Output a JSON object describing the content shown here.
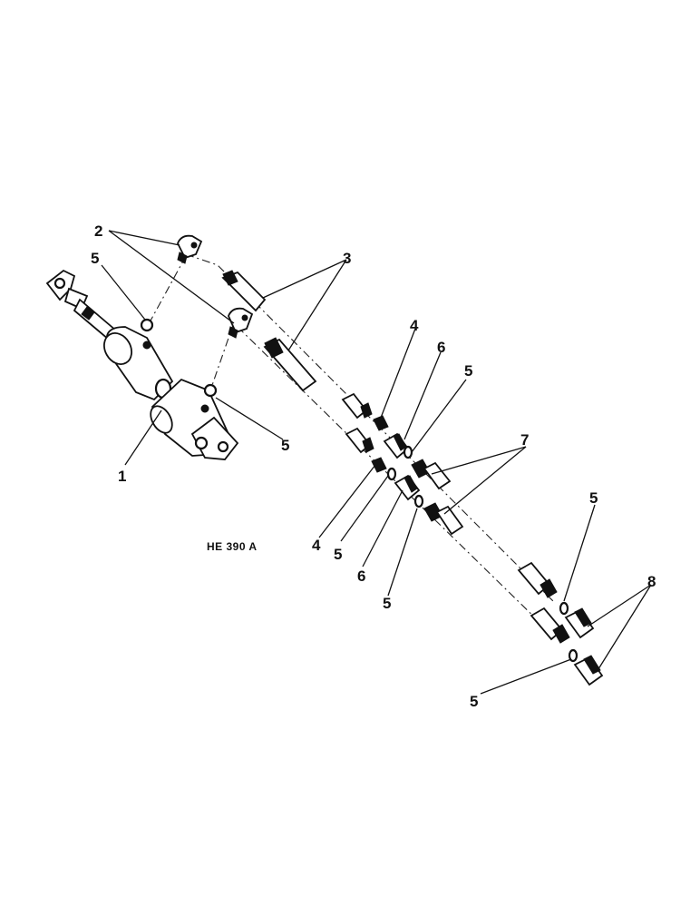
{
  "diagram": {
    "drawing_code": "HE 390 A",
    "callouts": {
      "c1": "1",
      "c2": "2",
      "c3": "3",
      "c4a": "4",
      "c4b": "4",
      "c5a": "5",
      "c5b": "5",
      "c5c": "5",
      "c5d": "5",
      "c5e": "5",
      "c5f": "5",
      "c5g": "5",
      "c6a": "6",
      "c6b": "6",
      "c7": "7",
      "c8": "8"
    }
  }
}
